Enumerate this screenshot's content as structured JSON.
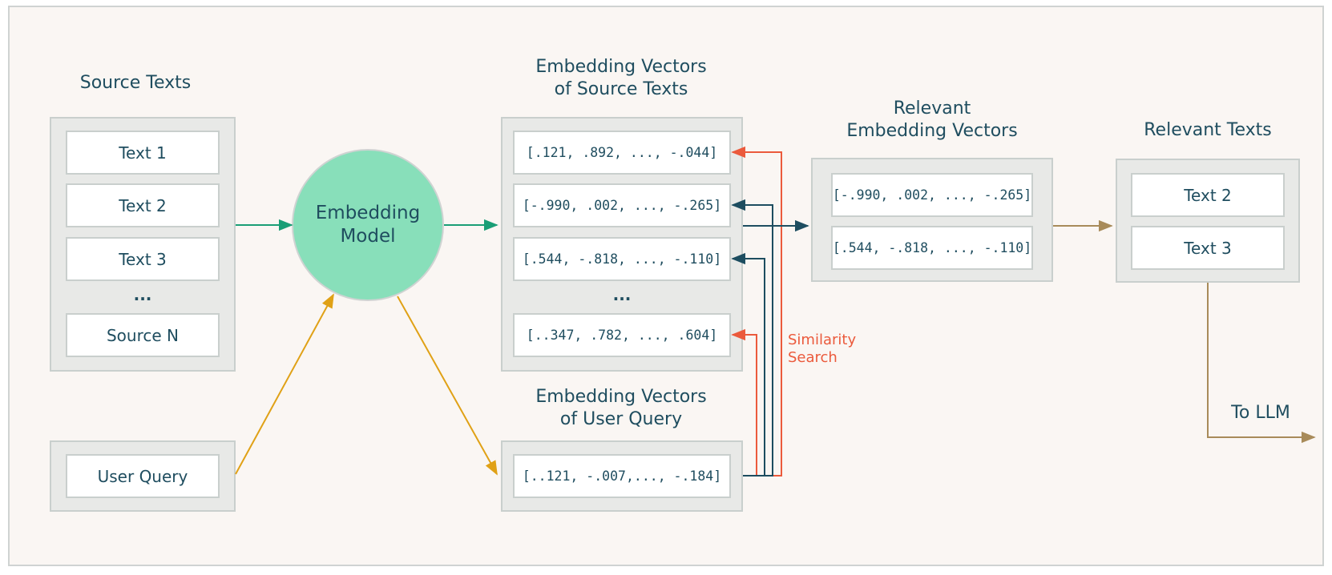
{
  "headings": {
    "source_texts": "Source Texts",
    "source_vectors_line1": "Embedding Vectors",
    "source_vectors_line2": "of Source Texts",
    "relevant_vectors_line1": "Relevant",
    "relevant_vectors_line2": "Embedding Vectors",
    "relevant_texts": "Relevant Texts",
    "query_vectors_line1": "Embedding Vectors",
    "query_vectors_line2": "of User Query"
  },
  "source_texts": [
    "Text 1",
    "Text 2",
    "Text 3",
    "Source N"
  ],
  "ellipsis": "...",
  "embedding_model": {
    "line1": "Embedding",
    "line2": "Model"
  },
  "source_vectors": [
    "[.121, .892, ..., -.044]",
    "[-.990, .002, ..., -.265]",
    "[.544, -.818, ..., -.110]",
    "[..347, .782, ..., .604]"
  ],
  "relevant_vectors": [
    "[-.990, .002, ..., -.265]",
    "[.544, -.818, ..., -.110]"
  ],
  "relevant_texts": [
    "Text 2",
    "Text 3"
  ],
  "user_query": "User Query",
  "query_vector": "[..121, -.007,..., -.184]",
  "similarity_search": "Similarity\nSearch",
  "to_llm": "To LLM",
  "colors": {
    "heading_text": "#1f4d5f",
    "model_fill": "#88dfba",
    "green_edge": "#1a9e76",
    "orange_edge": "#e0a116",
    "red_edge": "#eb5a3c",
    "navy_edge": "#1d4d60",
    "brown_edge": "#a88b5a"
  }
}
